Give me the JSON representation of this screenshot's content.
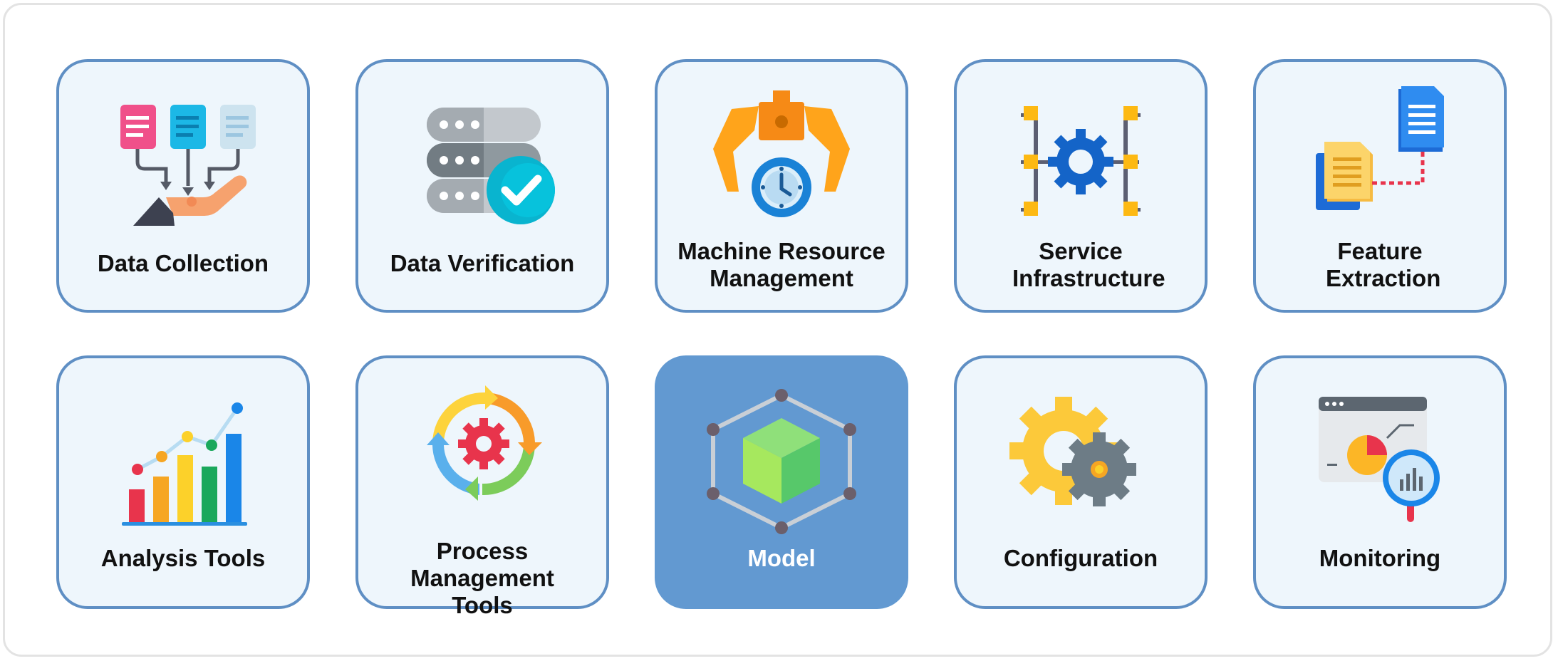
{
  "tiles": [
    {
      "label": "Data Collection",
      "icon": "data-collection-icon"
    },
    {
      "label": "Data Verification",
      "icon": "database-check-icon"
    },
    {
      "label": "Machine Resource Management",
      "icon": "robot-claw-clock-icon"
    },
    {
      "label": "Service Infrastructure",
      "icon": "gear-network-icon"
    },
    {
      "label": "Feature Extraction",
      "icon": "document-extract-icon"
    },
    {
      "label": "Analysis Tools",
      "icon": "bar-chart-icon"
    },
    {
      "label": "Process Management Tools",
      "icon": "cycle-gear-icon"
    },
    {
      "label": "Model",
      "icon": "cube-hexagon-icon"
    },
    {
      "label": "Configuration",
      "icon": "gears-icon"
    },
    {
      "label": "Monitoring",
      "icon": "dashboard-magnifier-icon"
    }
  ],
  "selected": "Model",
  "colors": {
    "border": "#5f8fc4",
    "tile_bg": "#eef6fc",
    "selected_bg": "#6299d1"
  }
}
